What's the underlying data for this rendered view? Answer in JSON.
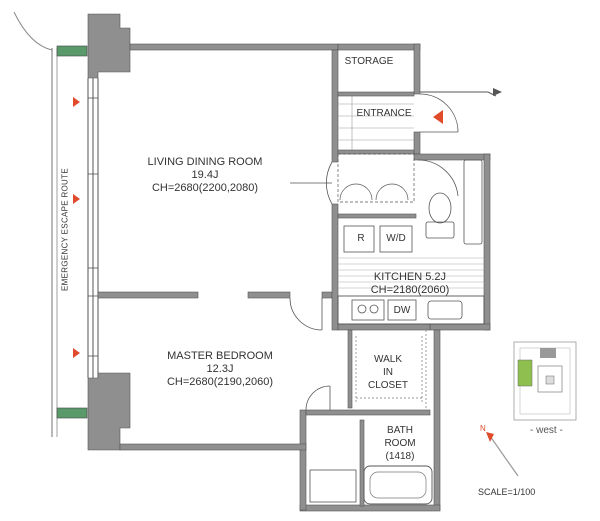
{
  "rooms": {
    "living": {
      "name": "LIVING DINING ROOM",
      "area": "19.4J",
      "ceiling": "CH=2680(2200,2080)"
    },
    "bedroom": {
      "name": "MASTER BEDROOM",
      "area": "12.3J",
      "ceiling": "CH=2680(2190,2060)"
    },
    "kitchen": {
      "name": "KITCHEN 5.2J",
      "ceiling": "CH=2180(2060)"
    },
    "storage": {
      "name": "STORAGE"
    },
    "entrance": {
      "name": "ENTRANCE"
    },
    "walkin": {
      "line1": "WALK",
      "line2": "IN",
      "line3": "CLOSET"
    },
    "bath": {
      "line1": "BATH",
      "line2": "ROOM",
      "line3": "(1418)"
    }
  },
  "appliances": {
    "refrigerator": "R",
    "washer_dryer": "W/D",
    "dishwasher": "DW"
  },
  "escape_route": "EMERGENCY ESCAPE ROUTE",
  "keyplan": {
    "orientation": "- west -"
  },
  "compass": {
    "label": "N"
  },
  "scale": "SCALE=1/100",
  "colors": {
    "wall": "#8f8f8f",
    "wall_dark": "#6e6e6e",
    "balcony_green": "#5a9a6a",
    "arrow_red": "#e04b2c",
    "keyplan_green": "#8fbf4f"
  }
}
